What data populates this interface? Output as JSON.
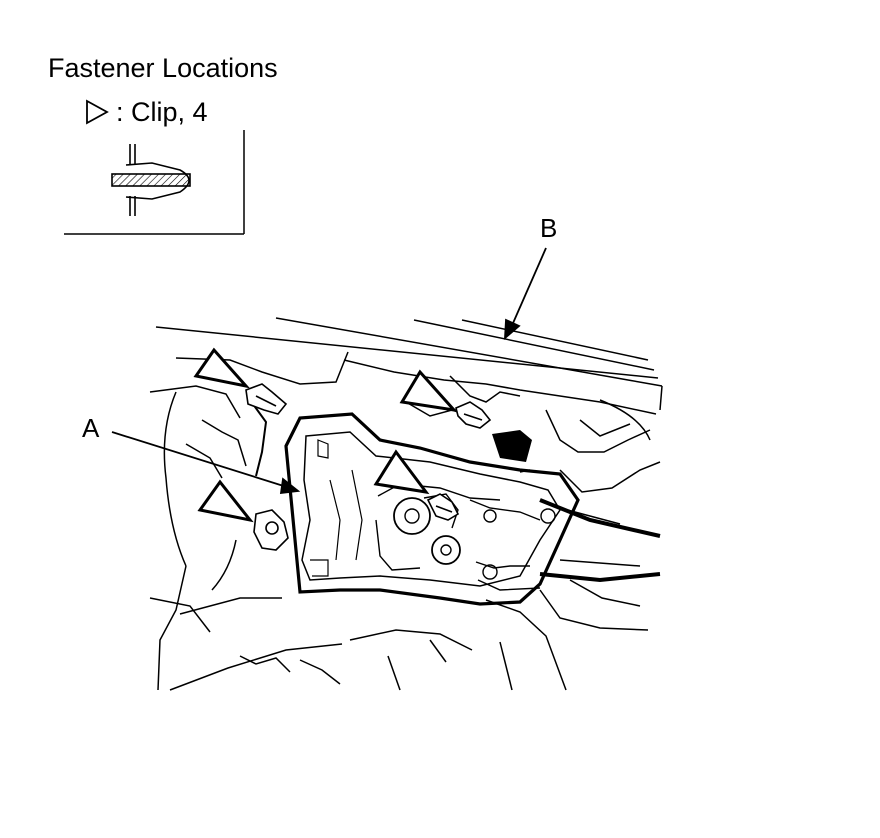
{
  "title": "Fastener Locations",
  "legend": {
    "symbol": "triangle-outline-icon",
    "text": ": Clip, 4"
  },
  "callouts": {
    "a": "A",
    "b": "B"
  },
  "colors": {
    "line": "#000000",
    "background": "#ffffff"
  }
}
